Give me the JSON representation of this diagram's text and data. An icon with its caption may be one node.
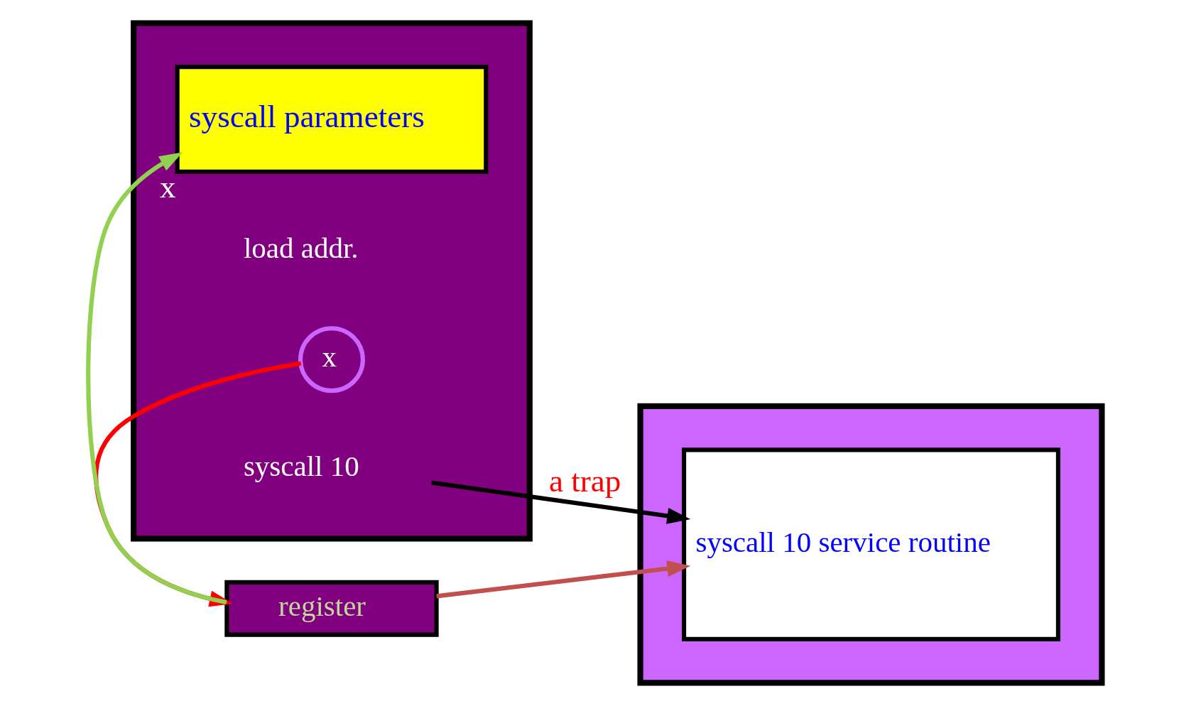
{
  "diagram": {
    "nodes": [
      {
        "text": [],
        "shape": "box"
      },
      {
        "text": [
          "syscall parameters"
        ],
        "in": 0,
        "beside": [
          "x"
        ]
      },
      {
        "text": [
          "load addr."
        ],
        "in": 0
      },
      {
        "text": [
          "x"
        ],
        "in": 0
      },
      {
        "text": [
          "syscall 10"
        ],
        "in": 0
      },
      {
        "text": [
          "register"
        ]
      },
      {
        "text": [],
        "shape": "box"
      },
      {
        "text": [
          "syscall 10 service routine"
        ],
        "in": 6
      }
    ],
    "edges": [
      {
        "from": 3,
        "to": 5,
        "arrow": "to",
        "color": "#ff0000"
      },
      {
        "from": 5,
        "to": 1,
        "arrow": "to",
        "color": "#92d050"
      },
      {
        "from": 4,
        "to": 7,
        "arrow": "to",
        "label": "a trap",
        "color": "#000000"
      },
      {
        "from": 5,
        "to": 7,
        "arrow": "to",
        "color": "#c0504d"
      }
    ]
  }
}
